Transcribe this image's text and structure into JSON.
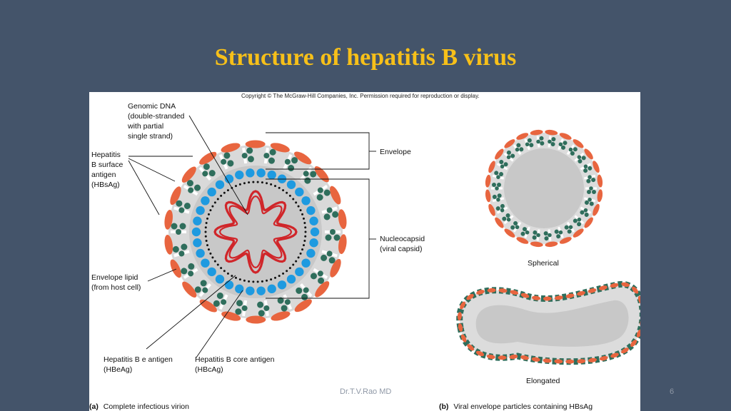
{
  "slide": {
    "title": "Structure of hepatitis B virus",
    "author": "Dr.T.V.Rao MD",
    "page_number": "6"
  },
  "figure": {
    "copyright": "Copyright © The McGraw-Hill Companies, Inc. Permission required for reproduction or display.",
    "labels": {
      "genomic_dna": [
        "Genomic DNA",
        "(double-stranded",
        "with partial",
        "single strand)"
      ],
      "hbsag": [
        "Hepatitis",
        "B surface",
        "antigen",
        "(HBsAg)"
      ],
      "envelope_lipid": [
        "Envelope lipid",
        "(from host cell)"
      ],
      "hbeag": [
        "Hepatitis B e antigen",
        "(HBeAg)"
      ],
      "hbcag": [
        "Hepatitis B core antigen",
        "(HBcAg)"
      ],
      "envelope": "Envelope",
      "nucleocapsid": [
        "Nucleocapsid",
        "(viral capsid)"
      ],
      "spherical": "Spherical",
      "elongated": "Elongated"
    },
    "captions": {
      "a": "(a)",
      "a_text": "Complete infectious virion",
      "b": "(b)",
      "b_text": "Viral envelope particles containing HBsAg"
    },
    "colors": {
      "surface_antigen": "#e8653f",
      "membrane_protein": "#2f6e5c",
      "lipid": "#ffffff",
      "interior": "#c8c8c8",
      "capsid": "#1e9ae0",
      "dna": "#d0262a"
    }
  }
}
